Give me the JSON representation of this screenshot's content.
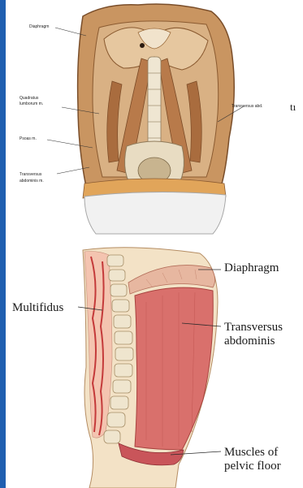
{
  "top_figure": {
    "labels": {
      "diaphragm": "Diaphragm",
      "left_upper_1": "Quadratus",
      "left_upper_2": "lumborum m.",
      "left_mid": "Psoas m.",
      "left_lower_1": "Transversus",
      "left_lower_2": "abdominis m.",
      "right_mid": "Transversus abd.",
      "edge_fragment": "tı"
    }
  },
  "bottom_figure": {
    "labels": {
      "diaphragm": "Diaphragm",
      "multifidus": "Multifidus",
      "transversus_1": "Transversus",
      "transversus_2": "abdominis",
      "pelvic_1": "Muscles of",
      "pelvic_2": "pelvic floor"
    }
  }
}
